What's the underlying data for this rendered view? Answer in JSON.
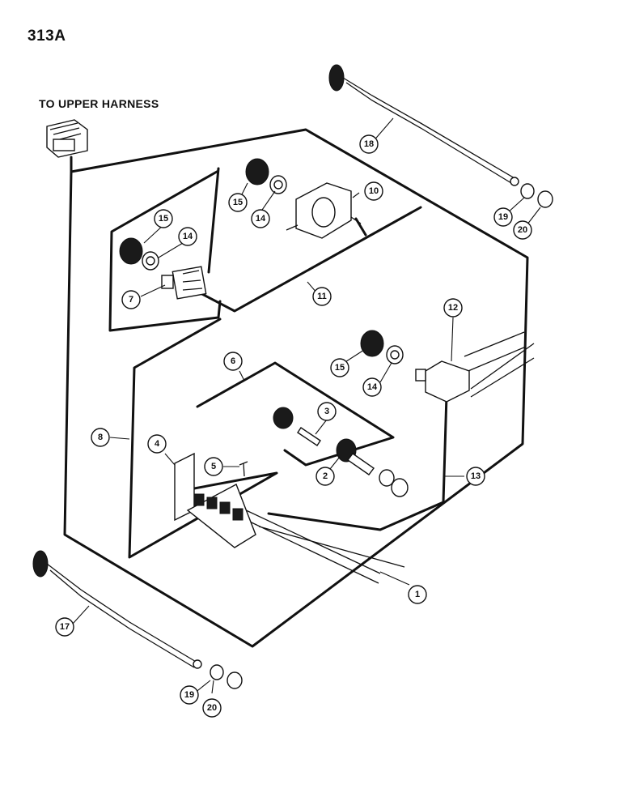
{
  "page_id": "313A",
  "harness_label": "TO UPPER HARNESS",
  "callouts": [
    {
      "id": "c1",
      "label": "1"
    },
    {
      "id": "c2",
      "label": "2"
    },
    {
      "id": "c3",
      "label": "3"
    },
    {
      "id": "c4",
      "label": "4"
    },
    {
      "id": "c5",
      "label": "5"
    },
    {
      "id": "c6",
      "label": "6"
    },
    {
      "id": "c7",
      "label": "7"
    },
    {
      "id": "c8",
      "label": "8"
    },
    {
      "id": "c10",
      "label": "10"
    },
    {
      "id": "c11",
      "label": "11"
    },
    {
      "id": "c12",
      "label": "12"
    },
    {
      "id": "c13",
      "label": "13"
    },
    {
      "id": "c14a",
      "label": "14"
    },
    {
      "id": "c14b",
      "label": "14"
    },
    {
      "id": "c14c",
      "label": "14"
    },
    {
      "id": "c15a",
      "label": "15"
    },
    {
      "id": "c15b",
      "label": "15"
    },
    {
      "id": "c15c",
      "label": "15"
    },
    {
      "id": "c17",
      "label": "17"
    },
    {
      "id": "c18",
      "label": "18"
    },
    {
      "id": "c19a",
      "label": "19"
    },
    {
      "id": "c19b",
      "label": "19"
    },
    {
      "id": "c20a",
      "label": "20"
    },
    {
      "id": "c20b",
      "label": "20"
    }
  ]
}
